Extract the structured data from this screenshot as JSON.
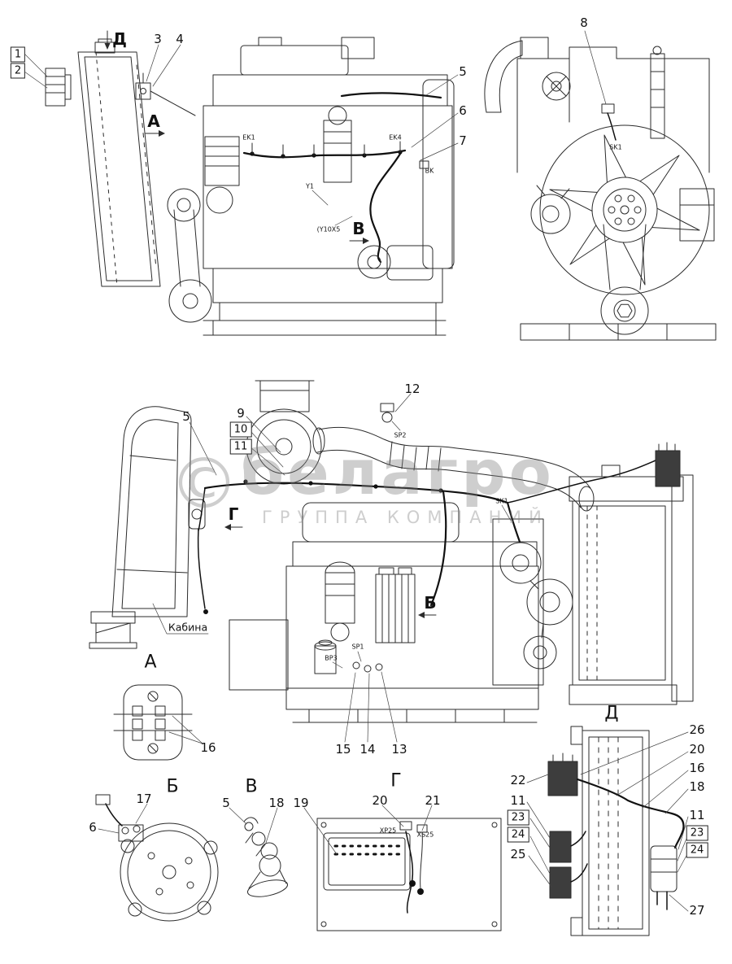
{
  "watermark": {
    "copyright": "©",
    "brand": "белагро",
    "subtitle": "ГРУППА КОМПАНИЙ"
  },
  "section_labels": {
    "a": "А",
    "b": "Б",
    "v": "В",
    "g": "Г",
    "d": "Д"
  },
  "view_labels": {
    "d": "Д",
    "a": "А",
    "v": "В",
    "g": "Г",
    "b": "Б"
  },
  "cab_label": "Кабина",
  "component_tags": {
    "ek1": "EK1",
    "ek4": "EK4",
    "y1": "Y1",
    "y10x5": "(Y10X5",
    "bk": "BK",
    "sk1_front": "SK1",
    "sp2": "SP2",
    "sk1_mid": "SK1",
    "sp1": "SP1",
    "bp3": "BP3",
    "xp25": "XP25",
    "xs25": "XS25"
  },
  "callouts": {
    "boxed_1": "1",
    "boxed_2": "2",
    "n3": "3",
    "n4": "4",
    "n5_top": "5",
    "n6_top": "6",
    "n7": "7",
    "n8": "8",
    "n9": "9",
    "boxed_10": "10",
    "boxed_11": "11",
    "n12": "12",
    "n5_mid": "5",
    "n13": "13",
    "n14": "14",
    "n15": "15",
    "n16_a": "16",
    "n17": "17",
    "n6_gen": "6",
    "n5_horn": "5",
    "n18_horn": "18",
    "n19": "19",
    "n20_ecu": "20",
    "n21": "21",
    "n26": "26",
    "n20_rad": "20",
    "n16_rad": "16",
    "n18_rad": "18",
    "n22": "22",
    "n11_left": "11",
    "boxed_23_left": "23",
    "boxed_24_left": "24",
    "n25": "25",
    "n11_right": "11",
    "boxed_23_right": "23",
    "boxed_24_right": "24",
    "n27": "27"
  }
}
